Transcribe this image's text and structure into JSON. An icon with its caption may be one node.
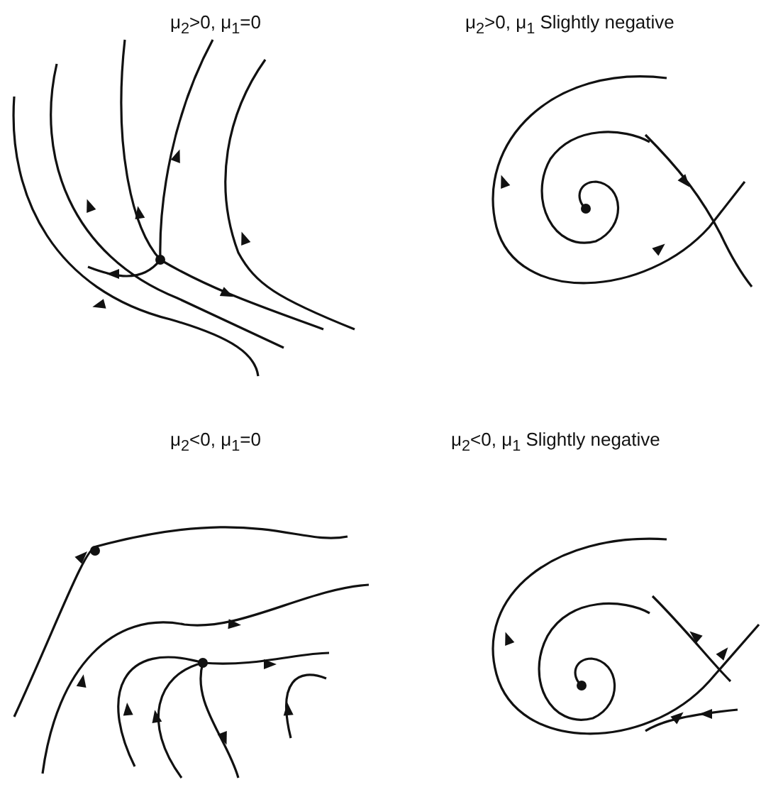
{
  "diagram": {
    "labels": [
      "μ$_{2}$>0, μ$_{1}$=0",
      "μ$_{2}$>0, μ$_{1}$ Slightly negative",
      "μ$_{2}$<0, μ$_{1}$=0",
      "μ$_{2}$<0, μ$_{1}$ Slightly negative"
    ]
  }
}
